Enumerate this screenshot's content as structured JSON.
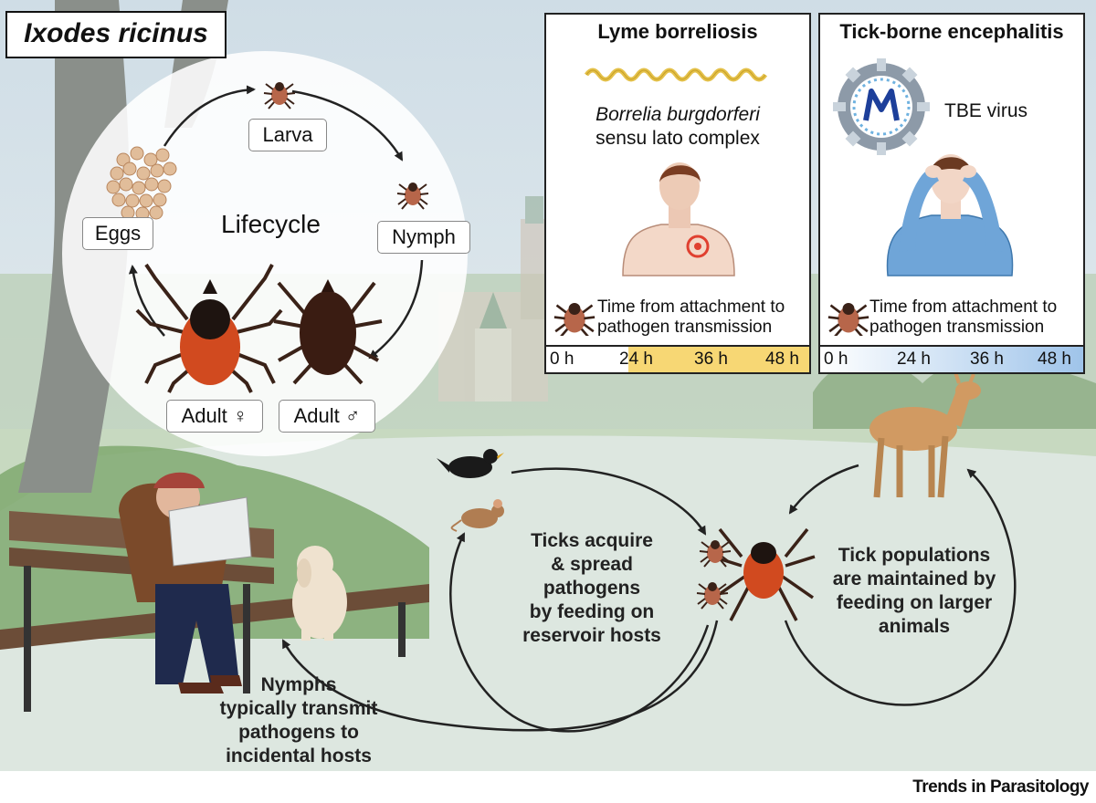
{
  "title": "Ixodes ricinus",
  "lifecycle": {
    "center_label": "Lifecycle",
    "stages": {
      "larva": "Larva",
      "nymph": "Nymph",
      "eggs": "Eggs",
      "adult_female": "Adult ♀",
      "adult_male": "Adult ♂"
    }
  },
  "lyme": {
    "title": "Lyme borreliosis",
    "pathogen_line1": "Borrelia burgdorferi",
    "pathogen_line2": "sensu lato complex",
    "time_line1": "Time from attachment to",
    "time_line2": "pathogen transmission",
    "ticks": [
      "0 h",
      "24 h",
      "36 h",
      "48 h"
    ],
    "highlight_color": "#f7d774",
    "highlight_from_hours": 24
  },
  "tbe": {
    "title": "Tick-borne encephalitis",
    "virus_label": "TBE virus",
    "time_line1": "Time from attachment to",
    "time_line2": "pathogen transmission",
    "ticks": [
      "0 h",
      "24 h",
      "36 h",
      "48 h"
    ],
    "highlight_color": "#9fc4ea",
    "highlight_from_hours": 0
  },
  "annotations": {
    "reservoir": [
      "Ticks acquire",
      "& spread",
      "pathogens",
      "by feeding on",
      "reservoir hosts"
    ],
    "larger": [
      "Tick populations",
      "are maintained by",
      "feeding on larger",
      "animals"
    ],
    "nymphs": [
      "Nymphs",
      "typically transmit",
      "pathogens to",
      "incidental hosts"
    ]
  },
  "footer": "Trends in Parasitology",
  "colors": {
    "tick_body": "#d14a1f",
    "tick_shield": "#1e1410",
    "sky": "#dbe8ef",
    "grass": "#a9c79a",
    "path": "#dde7e0"
  }
}
